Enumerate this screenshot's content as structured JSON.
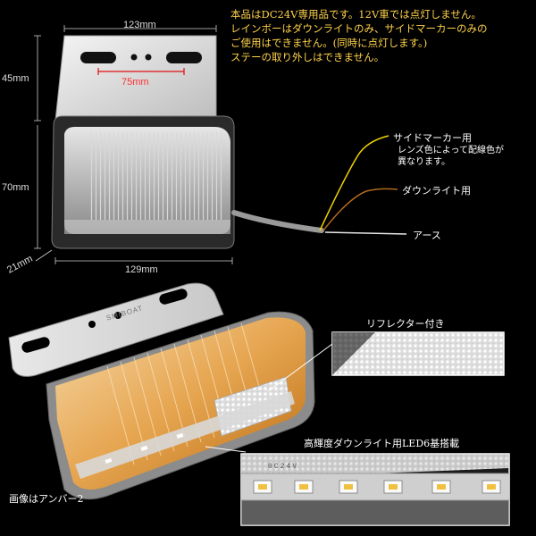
{
  "dimensions": {
    "top_width": "123mm",
    "hole_span": "75mm",
    "bracket_height": "45mm",
    "body_height": "70mm",
    "depth": "21mm",
    "body_width": "129mm"
  },
  "notice": [
    "本品はDC24V専用品です。12V車では点灯しません。",
    "レインボーはダウンライトのみ、サイドマーカーのみの",
    "ご使用はできません。(同時に点灯します。)",
    "ステーの取り外しはできません。"
  ],
  "wires": {
    "side_marker": "サイドマーカー用",
    "side_marker_note_1": "レンズ色によって配線色が",
    "side_marker_note_2": "異なります。",
    "downlight": "ダウンライト用",
    "ground": "アース",
    "side_marker_color": "#f2d400",
    "downlight_color": "#b06a1e",
    "ground_color": "#e8e8e8"
  },
  "callouts": {
    "reflector": "リフレクター付き",
    "led": "高輝度ダウンライト用LED6基搭載",
    "led_strip_text": "0C24V"
  },
  "photo_caption": "画像はアンバー2",
  "brand_mark": "SMIBOAT"
}
